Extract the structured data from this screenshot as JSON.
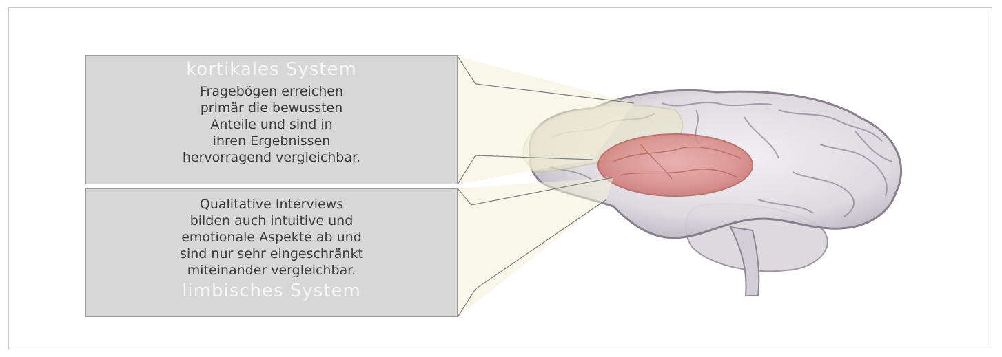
{
  "cortical": {
    "title": "kortikales System",
    "lines": [
      "Fragebögen erreichen",
      "primär die bewussten",
      "Anteile und sind in",
      "ihren Ergebnissen",
      "hervorragend vergleichbar."
    ]
  },
  "limbic": {
    "title": "limbisches System",
    "lines": [
      "Qualitative Interviews",
      "bilden auch intuitive und",
      "emotionale Aspekte ab und",
      "sind nur sehr eingeschränkt",
      "miteinander vergleichbar."
    ]
  },
  "colors": {
    "box": "#d7d7d7",
    "title": "#f6f6f6",
    "limbic_region": "#d98a86",
    "connector": "#f3f1d8"
  }
}
